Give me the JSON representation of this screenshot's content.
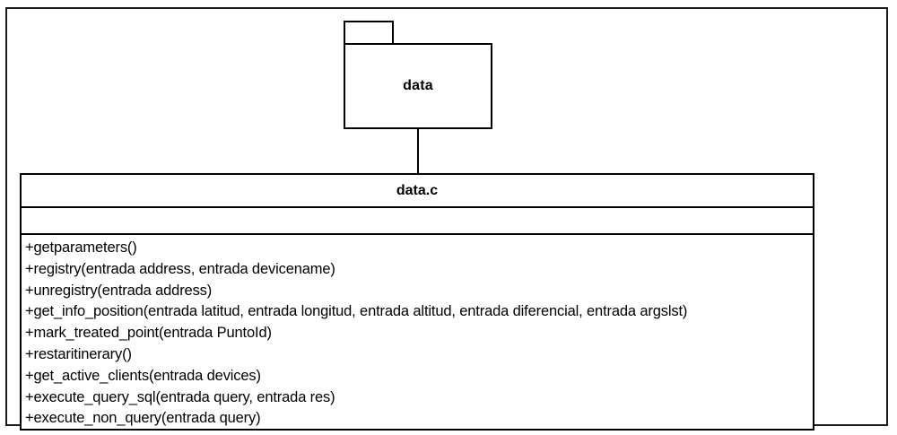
{
  "diagram": {
    "type": "uml-class-diagram",
    "package": {
      "name": "data"
    },
    "connector": {
      "kind": "solid-line"
    },
    "class": {
      "name": "data.c",
      "attributes": [],
      "operations": [
        "+getparameters()",
        "+registry(entrada address, entrada devicename)",
        "+unregistry(entrada address)",
        "+get_info_position(entrada latitud, entrada longitud, entrada altitud, entrada diferencial, entrada argslst)",
        "+mark_treated_point(entrada PuntoId)",
        "+restaritinerary()",
        "+get_active_clients(entrada devices)",
        "+execute_query_sql(entrada query, entrada res)",
        "+execute_non_query(entrada query)"
      ]
    },
    "colors": {
      "stroke": "#000000",
      "fill": "#ffffff",
      "frame": "#1a1a1a"
    }
  }
}
